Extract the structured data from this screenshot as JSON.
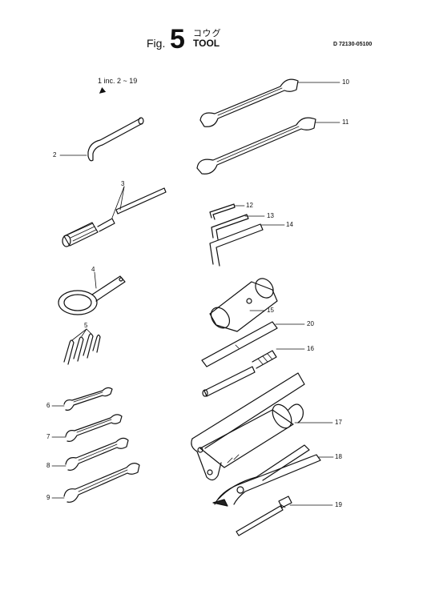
{
  "header": {
    "fig_label": "Fig.",
    "fig_number": "5",
    "title_jp": "コウグ",
    "title": "TOOL",
    "doc_number": "D 72130-05100"
  },
  "note": "1 inc. 2 ~ 19",
  "callouts": {
    "c2": "2",
    "c3": "3",
    "c4": "4",
    "c5": "5",
    "c6": "6",
    "c7": "7",
    "c8": "8",
    "c9": "9",
    "c10": "10",
    "c11": "11",
    "c12": "12",
    "c13": "13",
    "c14": "14",
    "c15": "15",
    "c16": "16",
    "c17": "17",
    "c18": "18",
    "c19": "19",
    "c20": "20"
  }
}
